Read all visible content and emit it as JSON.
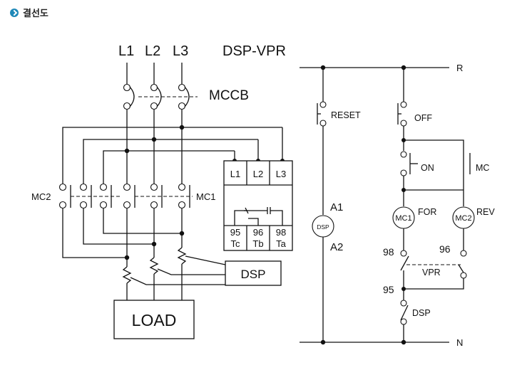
{
  "page": {
    "heading": "결선도"
  },
  "labels": {
    "l1": "L1",
    "l2": "L2",
    "l3": "L3",
    "model": "DSP-VPR",
    "mccb": "MCCB",
    "mc2": "MC2",
    "mc1": "MC1",
    "term_l1": "L1",
    "term_l2": "L2",
    "term_l3": "L3",
    "t95": "95",
    "t96": "96",
    "t98": "98",
    "tc": "Tc",
    "tb": "Tb",
    "ta": "Ta",
    "dsp_box": "DSP",
    "load": "LOAD",
    "reset": "RESET",
    "a1": "A1",
    "a2": "A2",
    "dsp_coil": "DSP",
    "off": "OFF",
    "on": "ON",
    "mc": "MC",
    "mc1_coil": "MC1",
    "mc2_coil": "MC2",
    "for": "FOR",
    "rev": "REV",
    "n98": "98",
    "n96": "96",
    "vpr": "VPR",
    "n95": "95",
    "dsp_contact": "DSP",
    "r": "R",
    "n": "N"
  }
}
